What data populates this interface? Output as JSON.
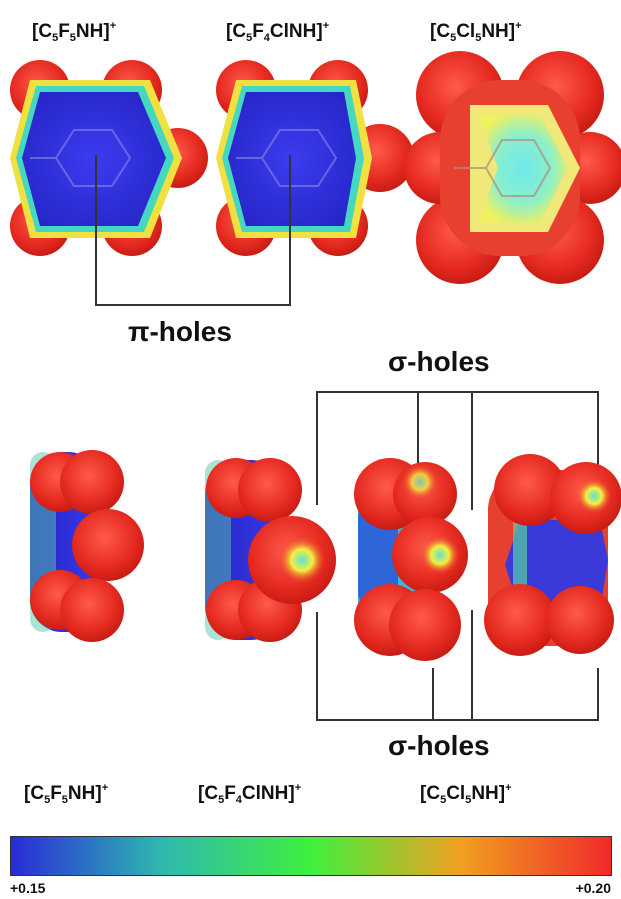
{
  "top_labels": [
    {
      "pre": "[C",
      "s1": "5",
      "mid1": "F",
      "s2": "5",
      "mid2": "NH]",
      "sup": "+"
    },
    {
      "pre": "[C",
      "s1": "5",
      "mid1": "F",
      "s2": "4",
      "mid2": "ClNH]",
      "sup": "+"
    },
    {
      "pre": "[C",
      "s1": "5",
      "mid1": "Cl",
      "s2": "5",
      "mid2": "NH]",
      "sup": "+"
    }
  ],
  "bottom_labels": [
    {
      "pre": "[C",
      "s1": "5",
      "mid1": "F",
      "s2": "5",
      "mid2": "NH]",
      "sup": "+"
    },
    {
      "pre": "[C",
      "s1": "5",
      "mid1": "F",
      "s2": "4",
      "mid2": "ClNH]",
      "sup": "+"
    },
    {
      "pre": "[C",
      "s1": "5",
      "mid1": "Cl",
      "s2": "5",
      "mid2": "NH]",
      "sup": "+"
    }
  ],
  "annotations": {
    "pi_holes": "π-holes",
    "sigma_holes_top": "σ-holes",
    "sigma_holes_bottom": "σ-holes"
  },
  "colorbar": {
    "min_label": "+0.15",
    "max_label": "+0.20",
    "colors": [
      "#2a2ad8",
      "#2fb8b0",
      "#3ef03e",
      "#f0a020",
      "#f02a2a"
    ]
  }
}
